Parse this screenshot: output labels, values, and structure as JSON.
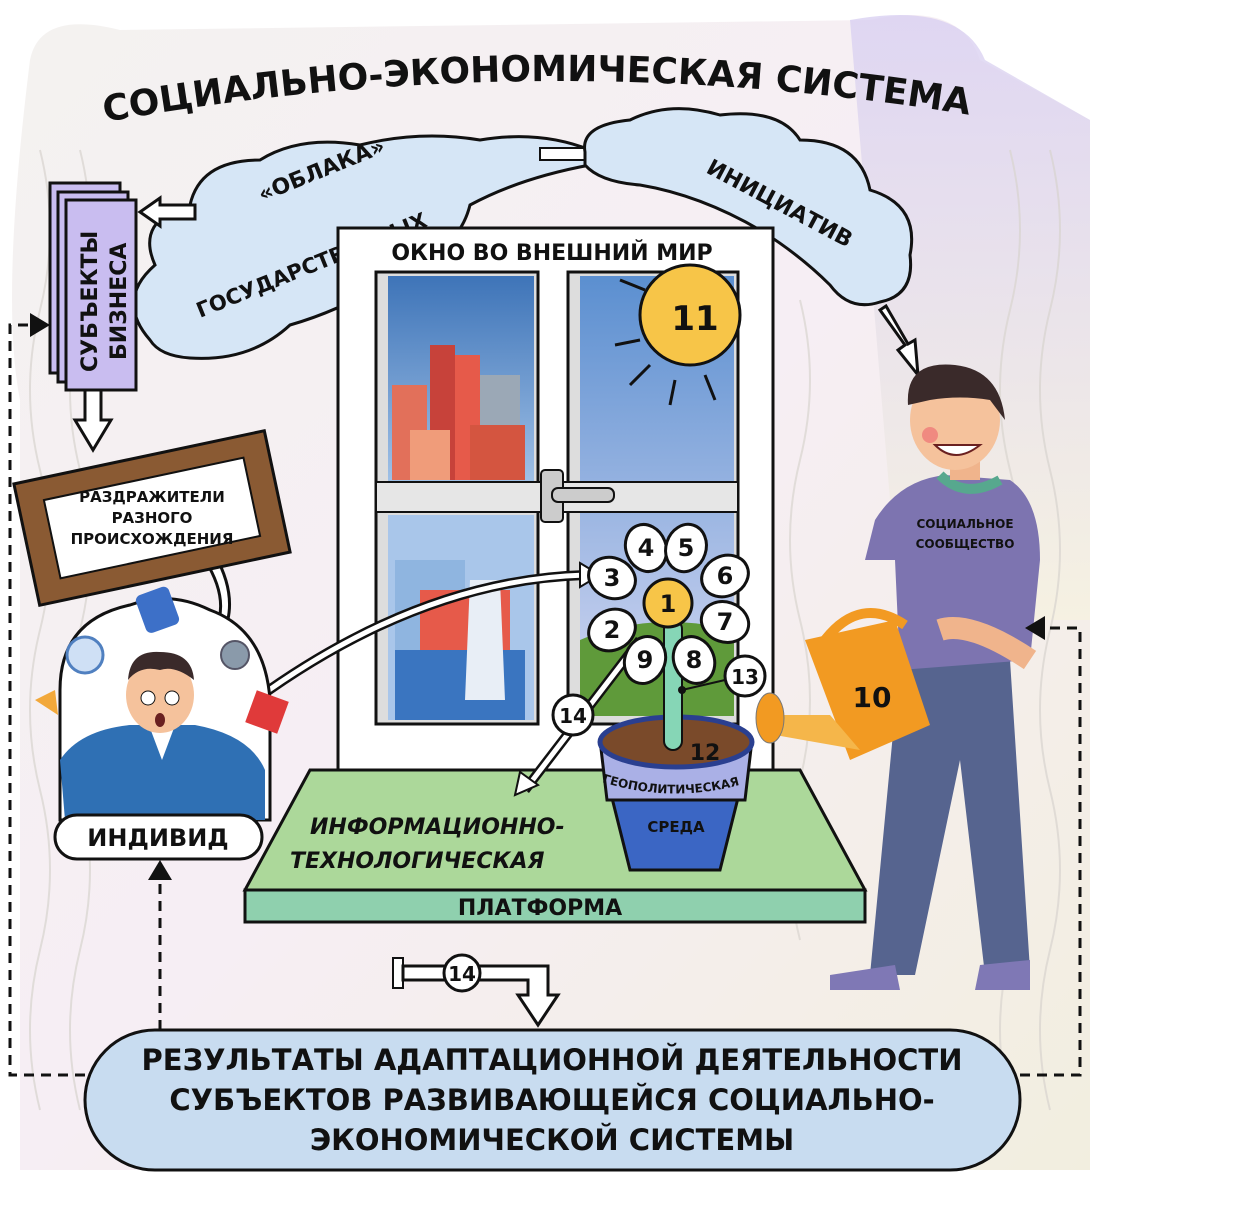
{
  "title": "СОЦИАЛЬНО-ЭКОНОМИЧЕСКАЯ СИСТЕМА",
  "clouds": {
    "left_line1": "«ОБЛАКА»",
    "left_line2": "ГОСУДАРСТВЕННЫХ",
    "right": "ИНИЦИАТИВ"
  },
  "business": {
    "line1": "СУБЪЕКТЫ",
    "line2": "БИЗНЕСА"
  },
  "stimuli": {
    "line1": "РАЗДРАЖИТЕЛИ",
    "line2": "РАЗНОГО",
    "line3": "ПРОИСХОЖДЕНИЯ"
  },
  "window_title": "ОКНО ВО ВНЕШНИЙ МИР",
  "sun_number": "11",
  "flower": {
    "center": "1",
    "petals": [
      "2",
      "3",
      "4",
      "5",
      "6",
      "7",
      "8",
      "9"
    ],
    "stem_marker": "13",
    "arrow_marker": "14",
    "soil_number": "12"
  },
  "pot": {
    "line1": "ГЕОПОЛИТИЧЕСКАЯ",
    "line2": "СРЕДА"
  },
  "platform": {
    "line1": "ИНФОРМАЦИОННО-",
    "line2": "ТЕХНОЛОГИЧЕСКАЯ",
    "band": "ПЛАТФОРМА"
  },
  "person": {
    "shirt_line1": "СОЦИАЛЬНОЕ",
    "shirt_line2": "СООБЩЕСТВО",
    "can_number": "10"
  },
  "individual_label": "ИНДИВИД",
  "pipe_marker": "14",
  "results": {
    "line1": "РЕЗУЛЬТАТЫ АДАПТАЦИОННОЙ ДЕЯТЕЛЬНОСТИ",
    "line2": "СУБЪЕКТОВ РАЗВИВАЮЩЕЙСЯ СОЦИАЛЬНО-",
    "line3": "ЭКОНОМИЧЕСКОЙ СИСТЕМЫ"
  },
  "colors": {
    "business": "#c9bdf0",
    "cloud": "#d6e6f6",
    "frame": "#8a5a33",
    "platform": "#acd89a",
    "platform_band": "#8fd0ae",
    "sun": "#f7c548",
    "pot": "#3b66c4",
    "can": "#f29a22",
    "shirt": "#7d74b0",
    "results": "#c8dcf0"
  }
}
